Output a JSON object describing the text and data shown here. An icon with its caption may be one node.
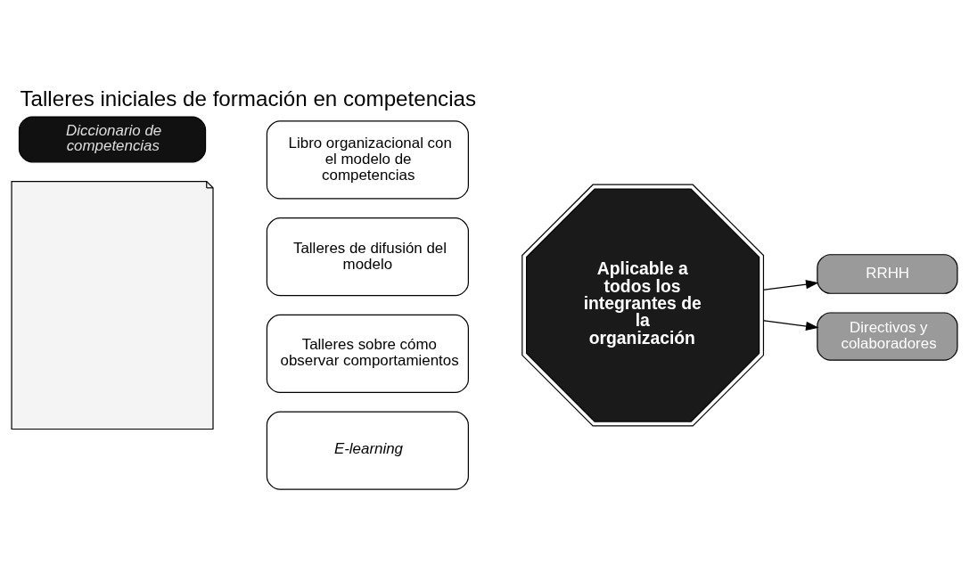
{
  "diagram": {
    "title": "Talleres iniciales de formación en competencias",
    "nodes": [
      {
        "text": [
          "Diccionario de competencias"
        ]
      },
      {
        "text": [],
        "shape": "picture"
      },
      {
        "text": [
          "Libro organizacional con el modelo de competencias"
        ]
      },
      {
        "text": [
          "Talleres de difusión del modelo"
        ]
      },
      {
        "text": [
          "Talleres sobre cómo observar comportamientos"
        ]
      },
      {
        "text": [
          "E-learning"
        ]
      },
      {
        "text": [
          "Aplicable a todos los integrantes de la organización"
        ]
      },
      {
        "text": [
          "RRHH"
        ]
      },
      {
        "text": [
          "Directivos y colaboradores"
        ]
      }
    ],
    "edges": [
      {
        "from": 6,
        "to": 7,
        "arrow": "to"
      },
      {
        "from": 6,
        "to": 8,
        "arrow": "to"
      }
    ]
  }
}
